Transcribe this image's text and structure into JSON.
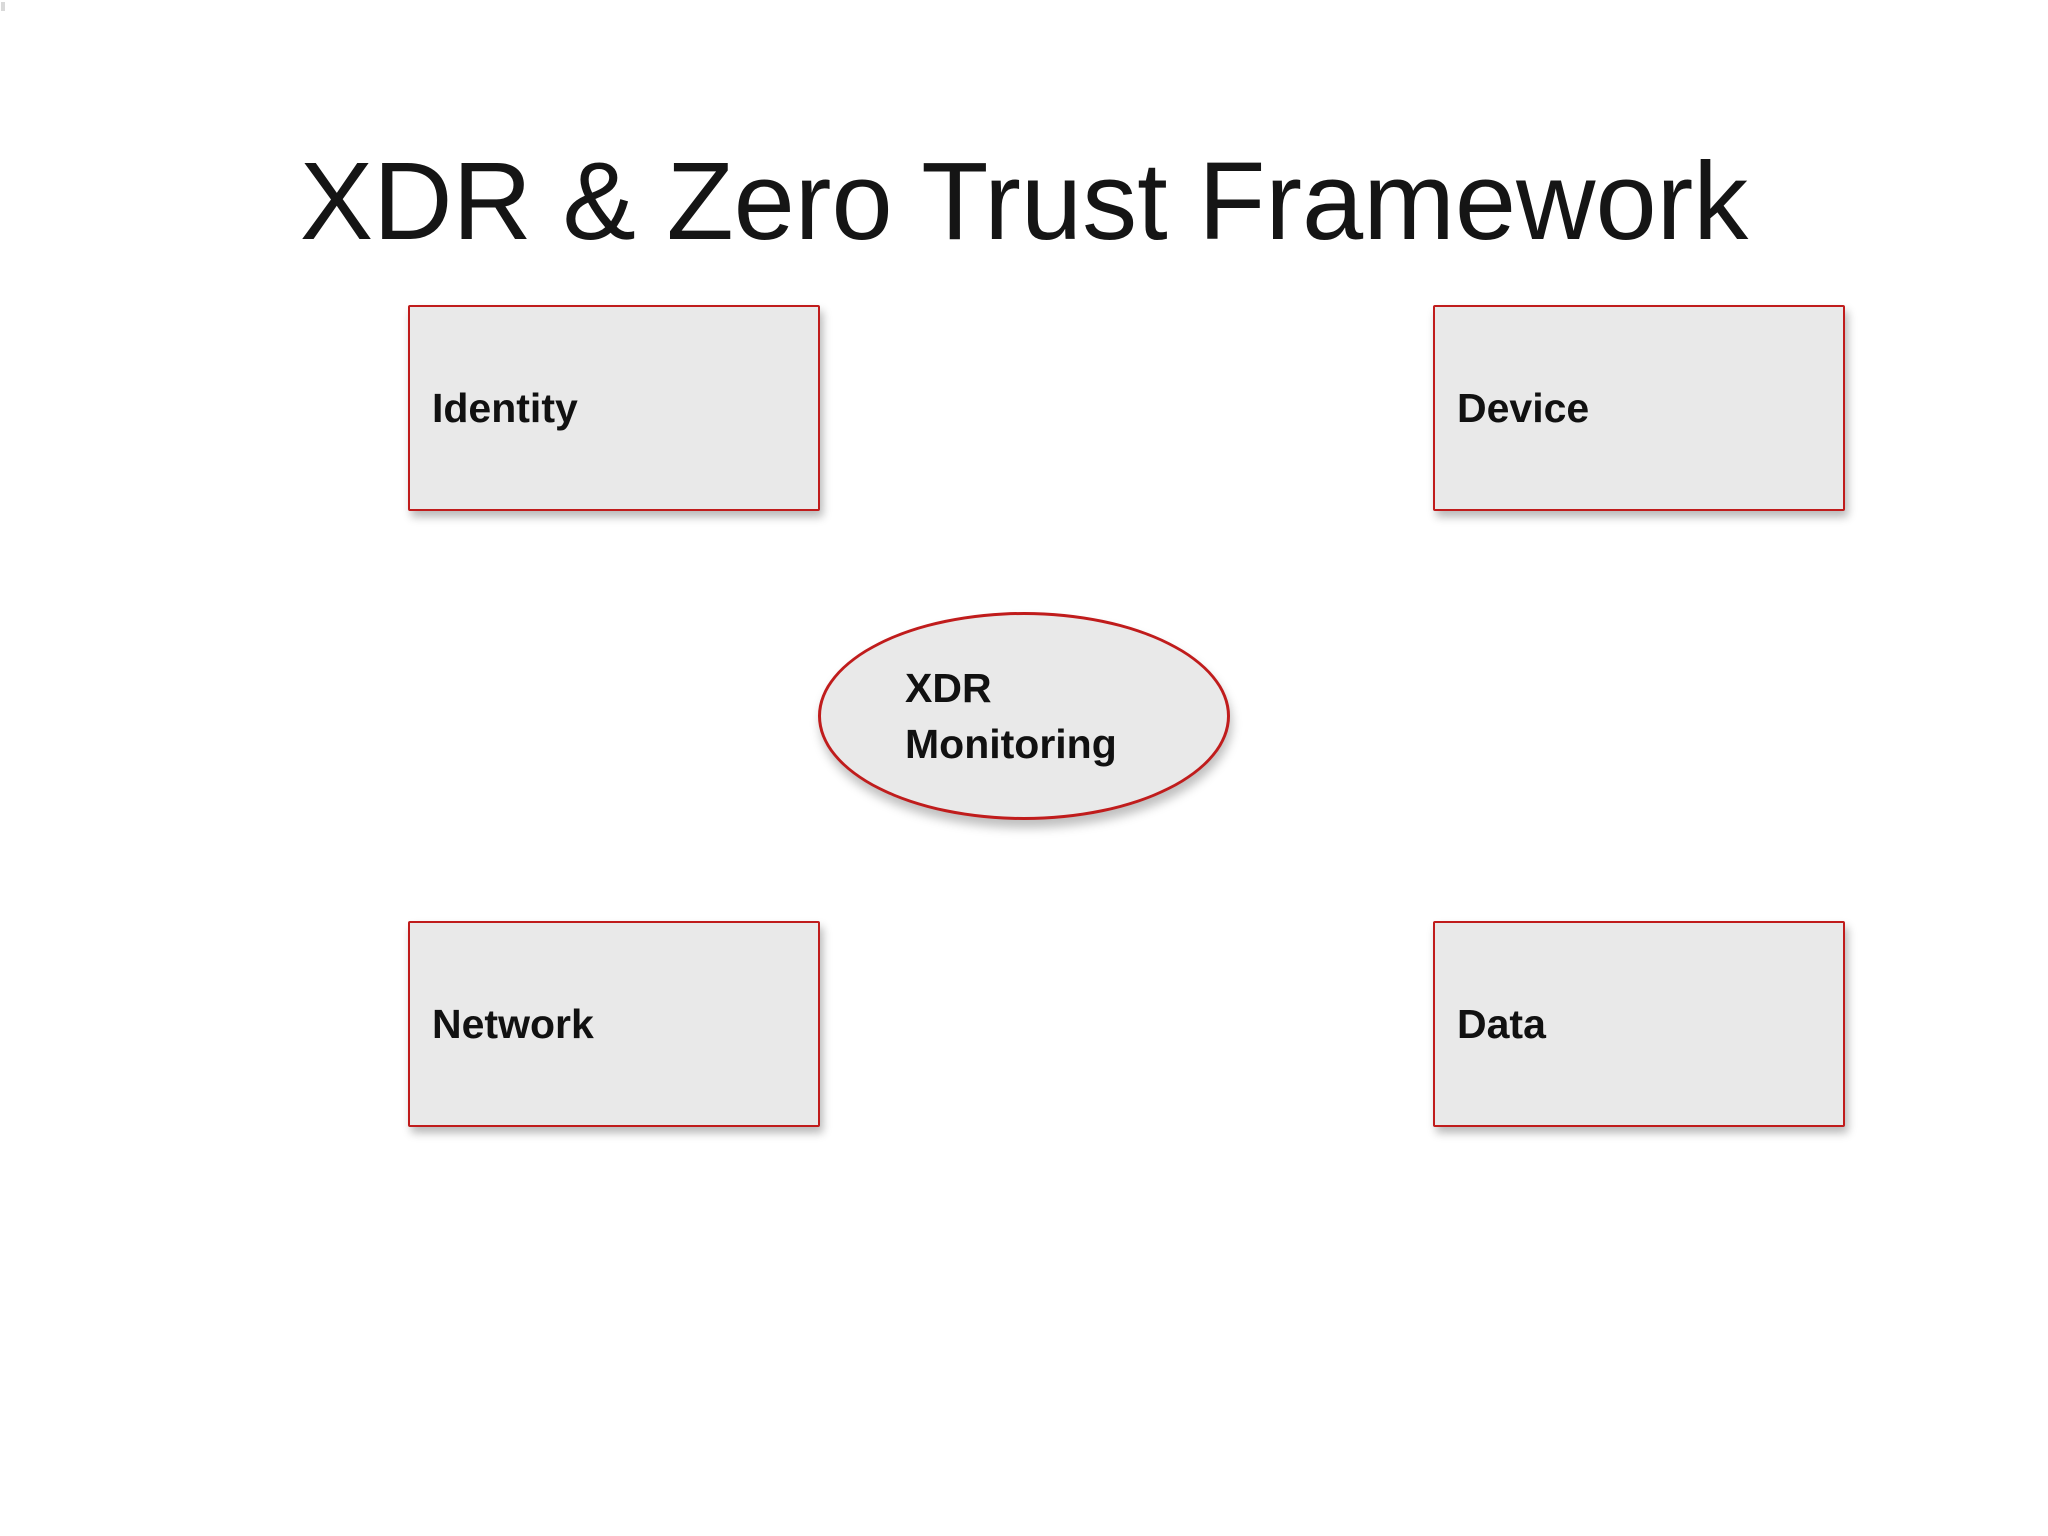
{
  "slide": {
    "title": "XDR & Zero Trust Framework"
  },
  "colors": {
    "background": "#ffffff",
    "node_fill": "#e9e9e9",
    "node_border": "#c01c1c",
    "title_text": "#151515",
    "label_text": "#111111"
  },
  "nodes": {
    "identity": {
      "label": "Identity",
      "shape": "rectangle"
    },
    "device": {
      "label": "Device",
      "shape": "rectangle"
    },
    "network": {
      "label": "Network",
      "shape": "rectangle"
    },
    "data": {
      "label": "Data",
      "shape": "rectangle"
    },
    "xdr_monitoring": {
      "lines": [
        "XDR",
        "Monitoring"
      ],
      "shape": "ellipse"
    }
  }
}
